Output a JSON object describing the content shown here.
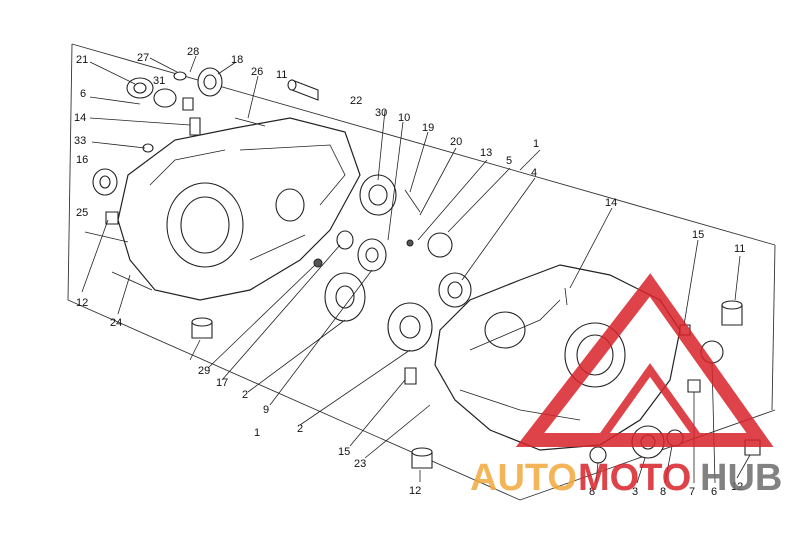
{
  "callouts": [
    "21",
    "27",
    "28",
    "18",
    "26",
    "11",
    "22",
    "30",
    "10",
    "19",
    "20",
    "13",
    "5",
    "4",
    "1",
    "31",
    "6",
    "14",
    "33",
    "16",
    "25",
    "12",
    "24",
    "29",
    "17",
    "2",
    "9",
    "1",
    "2",
    "15",
    "23",
    "12",
    "14",
    "15",
    "11",
    "8",
    "3",
    "8",
    "7",
    "6",
    "12"
  ],
  "watermark": {
    "part1": "AUTO",
    "part2": "MOTO",
    "part3": "HUB",
    "color_orange": "#f2a93b",
    "color_red": "#d8232a",
    "color_gray": "#6d6d6d"
  }
}
